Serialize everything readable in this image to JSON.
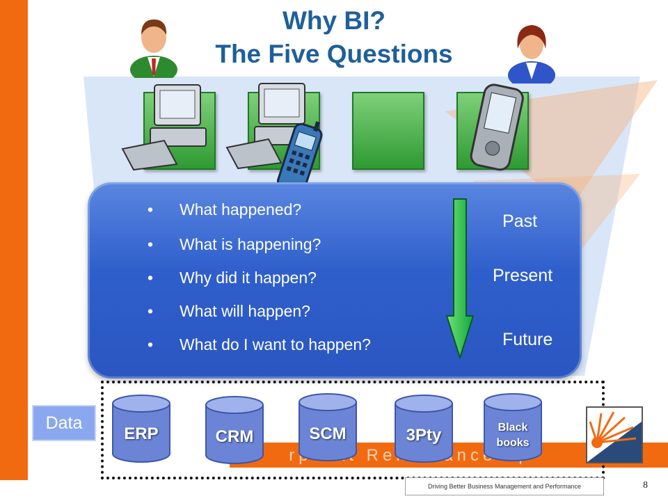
{
  "slide": {
    "title_line1": "Why BI?",
    "title_line2": "The Five Questions",
    "page_number": "8",
    "questions": [
      "What happened?",
      "What is happening?",
      "Why did it happen?",
      "What will happen?",
      "What do I want to happen?"
    ],
    "bullet": "•",
    "timeline": {
      "past": "Past",
      "present": "Present",
      "future": "Future"
    },
    "data_label": "Data",
    "sources": [
      {
        "line1": "ERP",
        "line2": ""
      },
      {
        "line1": "CRM",
        "line2": ""
      },
      {
        "line1": "SCM",
        "line2": ""
      },
      {
        "line1": "3Pty",
        "line2": ""
      },
      {
        "line1": "Black",
        "line2": "books"
      }
    ],
    "footer_strip_text": "rporat  Ren  ssance  up",
    "tagline": "Driving Better Business Management and Performance"
  },
  "colors": {
    "orange": "#f26a10",
    "title_blue": "#1f5f9a",
    "panel_blue": "#2f5fcc",
    "arrow_green": "#22c24a"
  }
}
